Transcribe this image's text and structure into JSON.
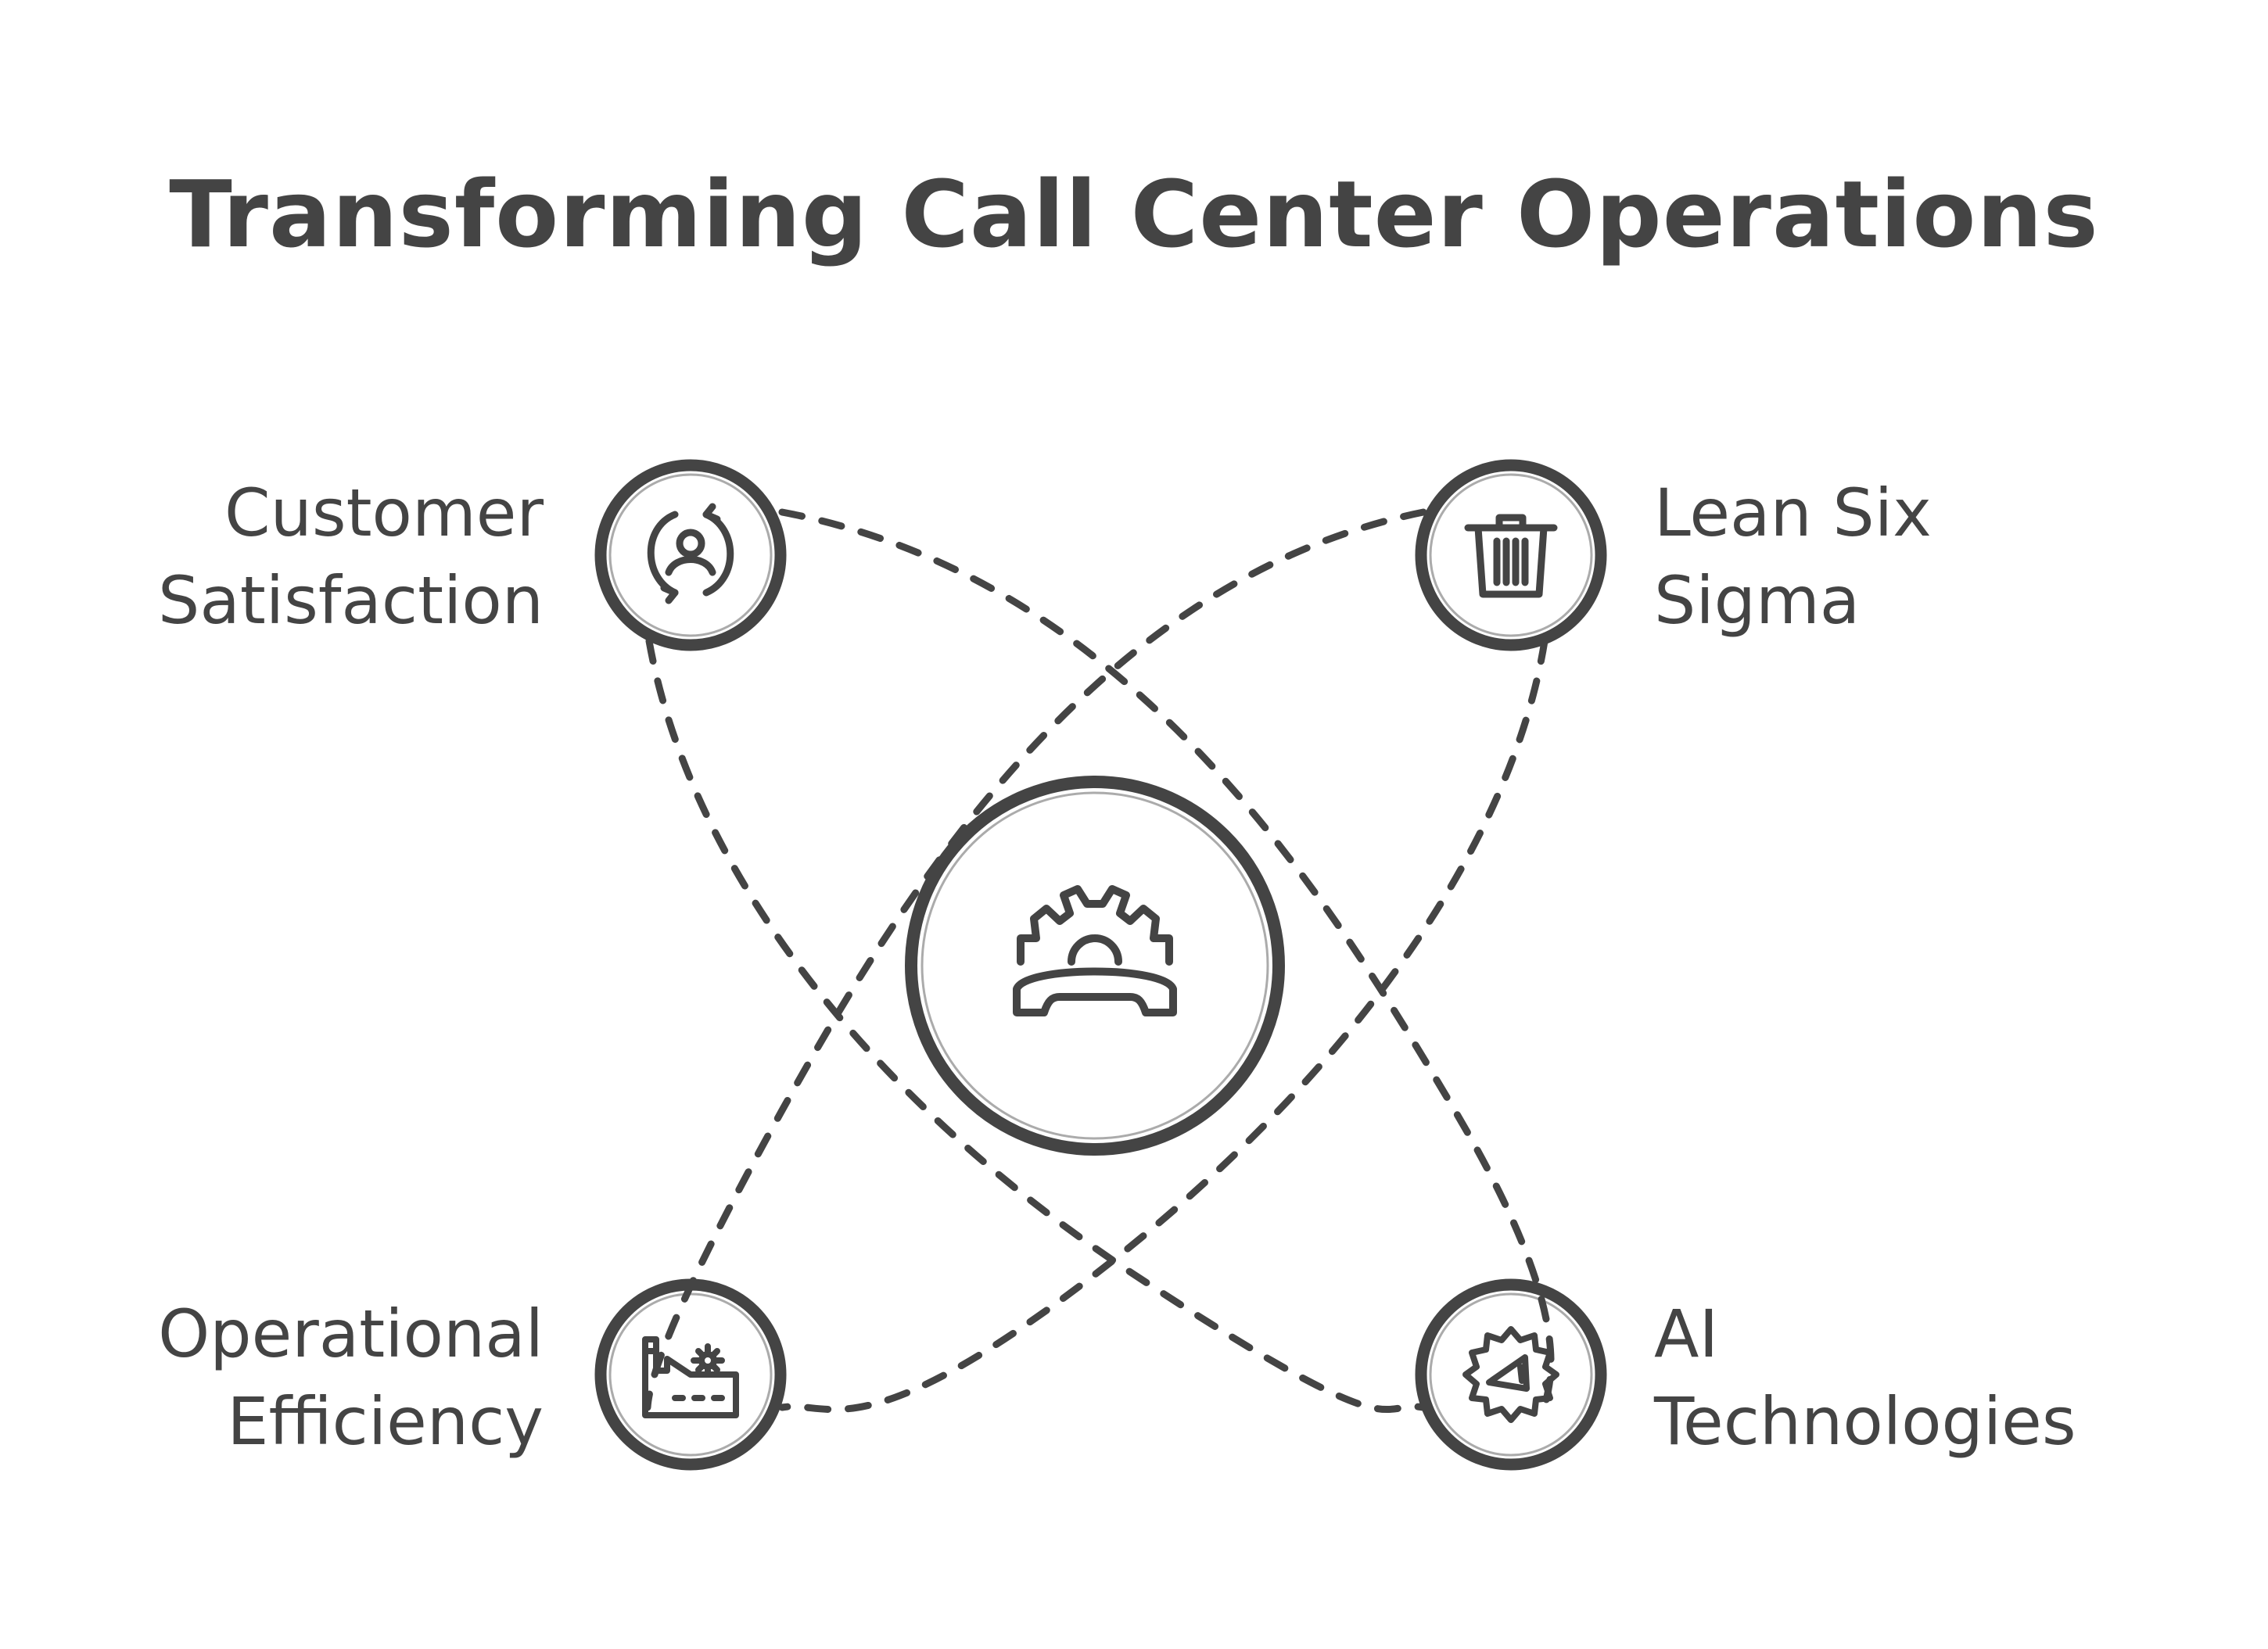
{
  "title": "Transforming Call Center Operations",
  "center": {
    "icon": "headset-gear-icon"
  },
  "nodes": [
    {
      "id": "customer-satisfaction",
      "lines": [
        "Customer",
        "Satisfaction"
      ],
      "icon": "customer-cycle-icon"
    },
    {
      "id": "lean-six-sigma",
      "lines": [
        "Lean Six",
        "Sigma"
      ],
      "icon": "trash-bin-icon"
    },
    {
      "id": "operational-efficiency",
      "lines": [
        "Operational",
        "Efficiency"
      ],
      "icon": "factory-icon"
    },
    {
      "id": "ai-technologies",
      "lines": [
        "AI",
        "Technologies"
      ],
      "icon": "ai-gear-icon"
    }
  ],
  "colors": {
    "ink": "#444444",
    "background": "#ffffff"
  }
}
